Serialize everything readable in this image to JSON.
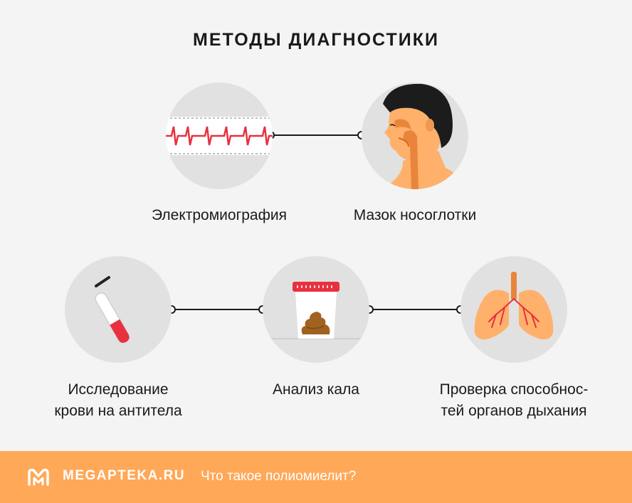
{
  "title": "МЕТОДЫ ДИАГНОСТИКИ",
  "methods": [
    {
      "label_lines": [
        "Электромиография"
      ],
      "icon": "emg-wave-icon"
    },
    {
      "label_lines": [
        "Мазок носоглотки"
      ],
      "icon": "nasopharynx-head-icon"
    },
    {
      "label_lines": [
        "Исследование",
        "крови на антитела"
      ],
      "icon": "blood-test-tube-icon"
    },
    {
      "label_lines": [
        "Анализ кала"
      ],
      "icon": "stool-sample-cup-icon"
    },
    {
      "label_lines": [
        "Проверка способнос-",
        "тей органов дыхания"
      ],
      "icon": "lungs-icon"
    }
  ],
  "footer": {
    "brand": "MEGAPTEKA.RU",
    "subtitle": "Что такое полиомиелит?",
    "logo_icon": "megapteka-logo-icon",
    "background_color": "#ffa858"
  },
  "colors": {
    "accent_red": "#e8303e",
    "skin": "#ffb06a",
    "organ": "#e8853a"
  }
}
